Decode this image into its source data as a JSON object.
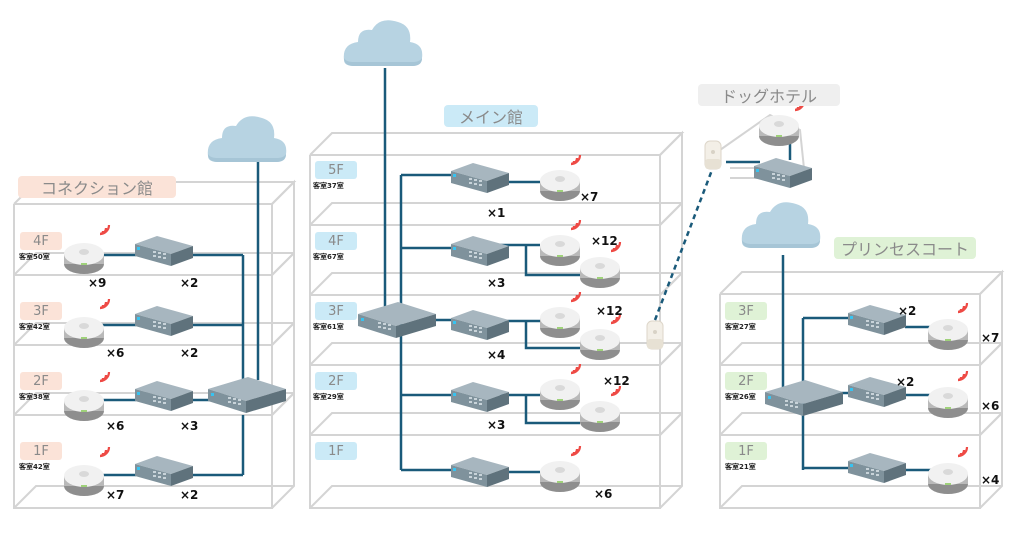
{
  "colors": {
    "line": "#1a5a7a",
    "box": "#d4d4d4",
    "cloud": "#b7d3e2",
    "wifi": "#ee4a45",
    "connection_tag": "#fbe3d8",
    "main_tag": "#cbeaf7",
    "princess_tag": "#dff2d6",
    "dog_tag": "#efefef"
  },
  "buildings": {
    "connection": {
      "title": "コネクション館",
      "floors": [
        {
          "floor": "4F",
          "rooms": "客室50室",
          "ap_count": "×9",
          "switch_count": "×2"
        },
        {
          "floor": "3F",
          "rooms": "客室42室",
          "ap_count": "×6",
          "switch_count": "×2"
        },
        {
          "floor": "2F",
          "rooms": "客室38室",
          "ap_count": "×6",
          "switch_count": "×3"
        },
        {
          "floor": "1F",
          "rooms": "客室42室",
          "ap_count": "×7",
          "switch_count": "×2"
        }
      ]
    },
    "main": {
      "title": "メイン館",
      "floors": [
        {
          "floor": "5F",
          "rooms": "客室37室",
          "ap_count": "×7",
          "switch_count": "×1"
        },
        {
          "floor": "4F",
          "rooms": "客室67室",
          "ap_count": "×12",
          "switch_count": "×3"
        },
        {
          "floor": "3F",
          "rooms": "客室61室",
          "ap_count": "×12",
          "switch_count": "×4"
        },
        {
          "floor": "2F",
          "rooms": "客室29室",
          "ap_count": "×12",
          "switch_count": "×3"
        },
        {
          "floor": "1F",
          "rooms": "",
          "ap_count": "×6",
          "switch_count": ""
        }
      ]
    },
    "dog_hotel": {
      "title": "ドッグホテル"
    },
    "princess": {
      "title": "プリンセスコート",
      "floors": [
        {
          "floor": "3F",
          "rooms": "客室27室",
          "ap_count": "×7",
          "switch_count": "×2"
        },
        {
          "floor": "2F",
          "rooms": "客室26室",
          "ap_count": "×6",
          "switch_count": "×2"
        },
        {
          "floor": "1F",
          "rooms": "客室21室",
          "ap_count": "×4",
          "switch_count": ""
        }
      ]
    }
  }
}
